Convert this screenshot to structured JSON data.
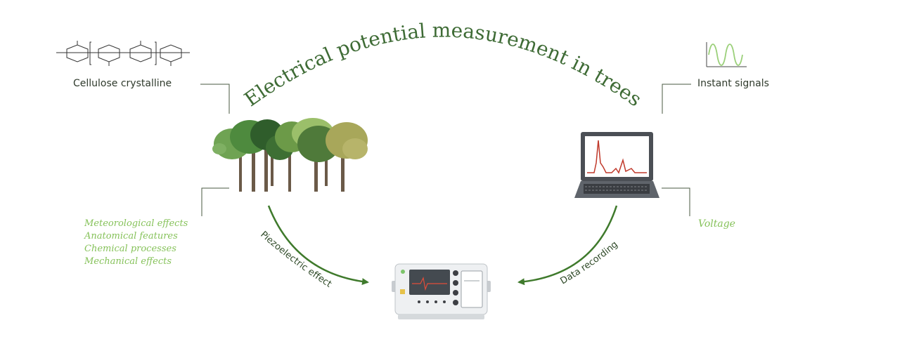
{
  "title": "Electrical potential measurement in trees",
  "labels": {
    "cellulose": "Cellulose crystalline",
    "instant_signals": "Instant signals",
    "voltage": "Voltage",
    "piezo": "Piezoelectric effect",
    "data_recording": "Data recording"
  },
  "factors": [
    "Meteorological effects",
    "Anatomical features",
    "Chemical processes",
    "Mechanical effects"
  ],
  "colors": {
    "title": "#3e6b35",
    "arrow": "#3f7a2c",
    "accent_text": "#86c25a",
    "connector": "#4a5a40",
    "signal_trace": "#9bd07a",
    "laptop_plot": "#c0392b"
  },
  "icons": {
    "molecule": "cellulose-chain-icon",
    "signal": "sine-signal-icon",
    "trees": "forest-illustration",
    "laptop": "laptop-icon",
    "device": "oscilloscope-icon"
  }
}
